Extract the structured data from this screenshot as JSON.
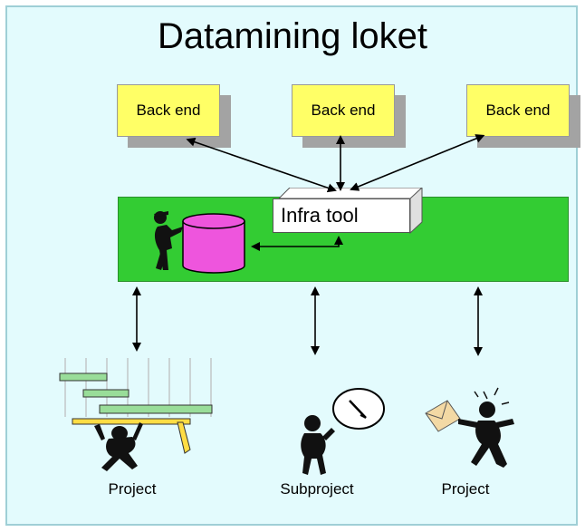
{
  "title": "Datamining loket",
  "backends": [
    {
      "label": "Back end"
    },
    {
      "label": "Back end"
    },
    {
      "label": "Back end"
    }
  ],
  "infra_tool": {
    "label": "Infra tool"
  },
  "projects": [
    {
      "label": "Project"
    },
    {
      "label": "Subproject"
    },
    {
      "label": "Project"
    }
  ],
  "colors": {
    "background": "#e3fbfd",
    "backend_box": "#ffff66",
    "band": "#33cc33",
    "database": "#ee55dd",
    "gantt_bar": "#99dd99"
  }
}
